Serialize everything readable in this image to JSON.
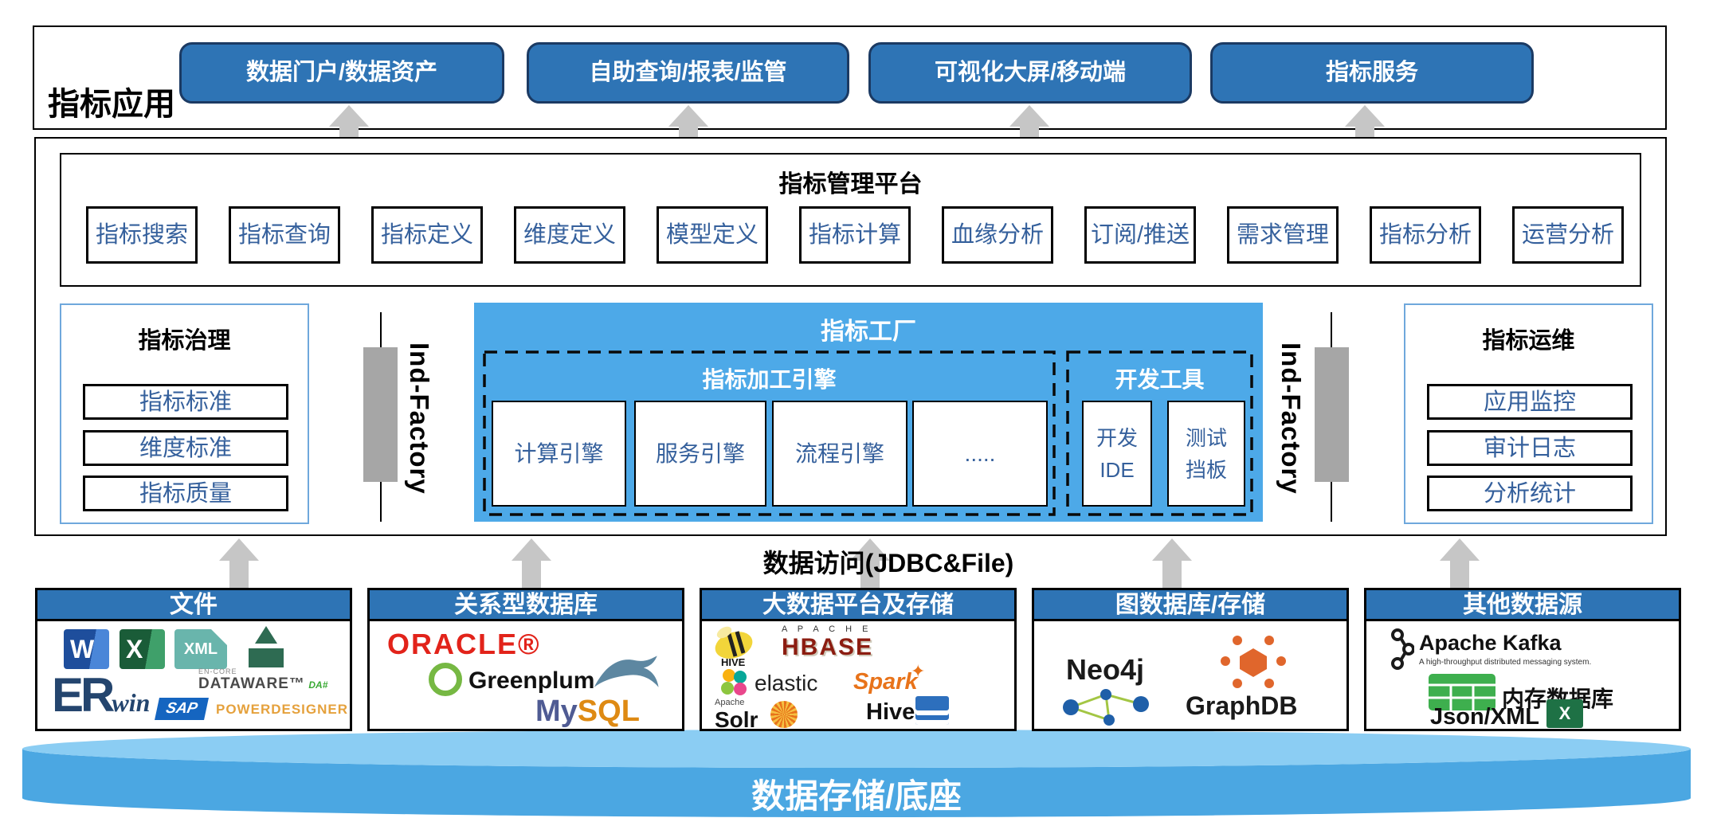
{
  "colors": {
    "button_blue": "#2e74b5",
    "factory_blue": "#4da9e8",
    "box_text_blue": "#35609c",
    "arrow_gray": "#c6c6c6",
    "bar_gray": "#a6a6a6",
    "cylinder_top": "#8bcdf3",
    "cylinder_body": "#4ba7e2"
  },
  "top": {
    "label": "指标应用",
    "buttons": [
      "数据门户/数据资产",
      "自助查询/报表/监管",
      "可视化大屏/移动端",
      "指标服务"
    ]
  },
  "platform": {
    "title": "指标管理平台",
    "items": [
      "指标搜索",
      "指标查询",
      "指标定义",
      "维度定义",
      "模型定义",
      "指标计算",
      "血缘分析",
      "订阅/推送",
      "需求管理",
      "指标分析",
      "运营分析"
    ]
  },
  "middle": {
    "governance": {
      "title": "指标治理",
      "items": [
        "指标标准",
        "维度标准",
        "指标质量"
      ]
    },
    "factory": {
      "title": "指标工厂",
      "engine_group": {
        "title": "指标加工引擎",
        "items": [
          "计算引擎",
          "服务引擎",
          "流程引擎",
          "....."
        ]
      },
      "dev_group": {
        "title": "开发工具",
        "items": [
          "开发\nIDE",
          "测试\n挡板"
        ]
      }
    },
    "ind_factory_left": "Ind-Factory",
    "ind_factory_right": "Ind-Factory",
    "ops": {
      "title": "指标运维",
      "items": [
        "应用监控",
        "审计日志",
        "分析统计"
      ]
    }
  },
  "data_access": {
    "label": "数据访问(JDBC&File)"
  },
  "sources": [
    {
      "title": "文件",
      "word": "W",
      "excel": "X",
      "xml": "XML",
      "erwin_er": "ER",
      "erwin_win": "win",
      "encore": "EN-CORE",
      "dataware": "DATAWARE™",
      "da": "DA#",
      "sap": "SAP",
      "powerdesigner": "POWERDESIGNER"
    },
    {
      "title": "关系型数据库",
      "oracle": "ORACLE®",
      "greenplum": "Greenplum",
      "mysql_my": "My",
      "mysql_sql": "SQL"
    },
    {
      "title": "大数据平台及存储",
      "hive1": "HIVE",
      "apache": "A P A C H E",
      "hbase": "HBASE",
      "elastic": "elastic",
      "spark": "Spark",
      "apache2": "Apache",
      "solr": "Solr",
      "hive2": "Hive"
    },
    {
      "title": "图数据库/存储",
      "neo4j": "Neo4j",
      "graphdb": "GraphDB"
    },
    {
      "title": "其他数据源",
      "kafka": "Apache Kafka",
      "kafka_tag": "A high-throughput distributed messaging system.",
      "memdb": "内存数据库",
      "json": "Json/XML"
    }
  ],
  "base": {
    "label": "数据存储/底座"
  }
}
